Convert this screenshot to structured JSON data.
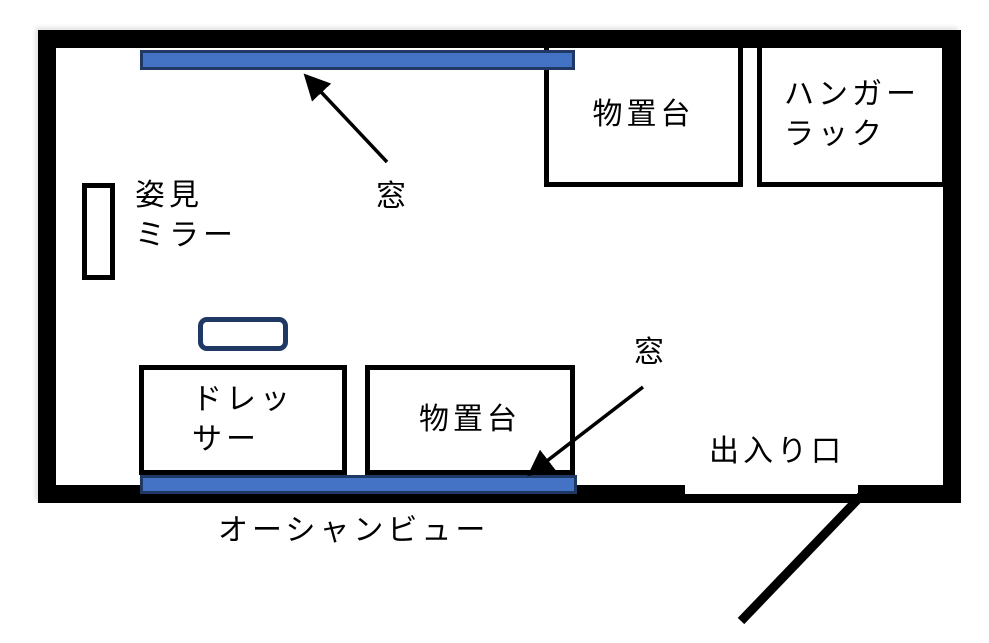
{
  "floorplan": {
    "window_top_label": "窓",
    "window_bottom_label": "窓",
    "mirror_label": {
      "line1": "姿見",
      "line2": "ミラー"
    },
    "storage_top_label": "物置台",
    "hanger_rack_label": {
      "line1": "ハンガー",
      "line2": "ラック"
    },
    "dresser_label": {
      "line1": "ドレッ",
      "line2": "サー"
    },
    "storage_bottom_label": "物置台",
    "entrance_label": "出入り口",
    "ocean_view_label": "オーシャンビュー",
    "colors": {
      "wall": "#000000",
      "window_fill": "#4472C4",
      "window_border": "#1F3864",
      "accent_box_border": "#1F3864",
      "text": "#000000"
    }
  }
}
